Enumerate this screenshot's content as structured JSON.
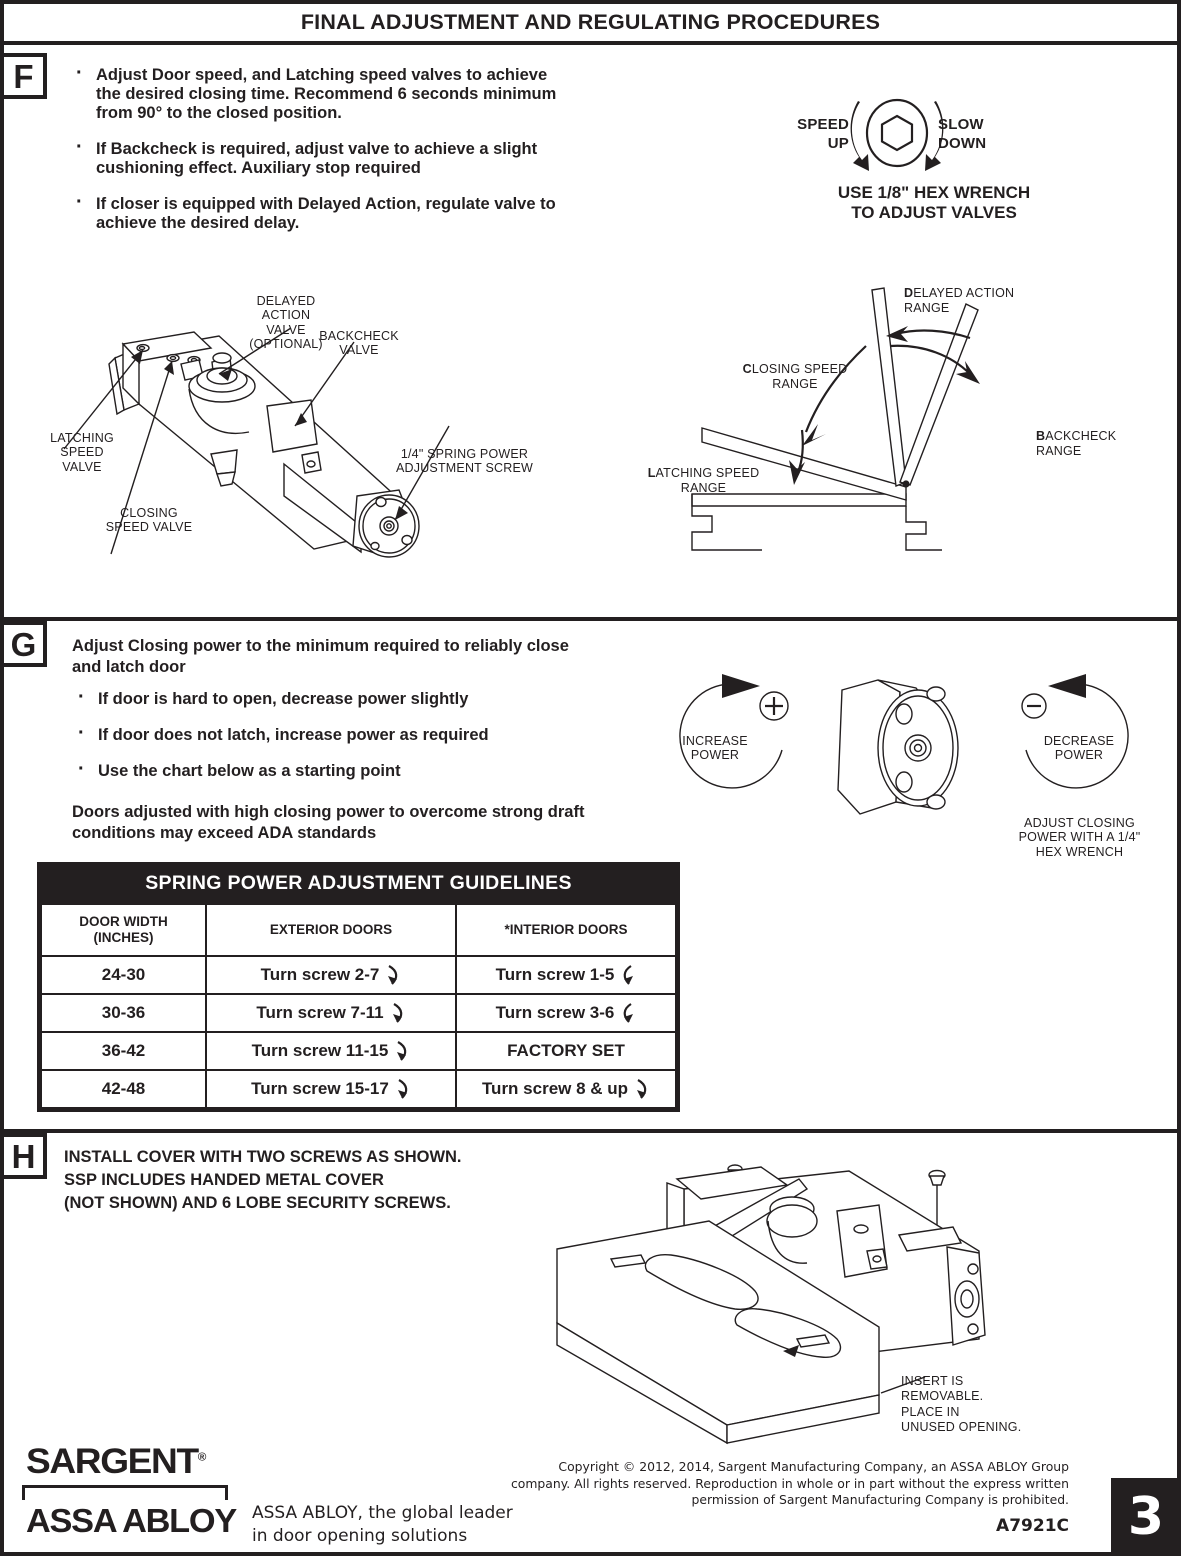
{
  "header": {
    "title": "FINAL ADJUSTMENT AND REGULATING PROCEDURES"
  },
  "sections": {
    "f": {
      "badge": "F",
      "bullets": [
        "Adjust Door speed, and Latching speed valves to achieve the desired closing time. Recommend 6 seconds minimum from 90° to the closed position.",
        "If Backcheck is required, adjust valve to achieve a slight cushioning effect. Auxiliary stop required",
        "If closer is equipped with Delayed Action, regulate valve to achieve the desired delay."
      ],
      "wrench": {
        "speed_up": "SPEED\nUP",
        "slow_down": "SLOW\nDOWN",
        "caption": "USE 1/8\" HEX WRENCH\nTO ADJUST VALVES"
      },
      "closer_labels": {
        "delayed_action_valve": "DELAYED\nACTION\nVALVE\n(OPTIONAL)",
        "backcheck_valve": "BACKCHECK\nVALVE",
        "latching_speed_valve": "LATCHING\nSPEED\nVALVE",
        "closing_speed_valve": "CLOSING\nSPEED VALVE",
        "spring_power_screw": "1/4\" SPRING POWER\nADJUSTMENT SCREW"
      },
      "range_labels": {
        "delayed_action_range_bold": "D",
        "delayed_action_range": "ELAYED ACTION\nRANGE",
        "closing_speed_range_bold": "C",
        "closing_speed_range": "LOSING SPEED\nRANGE",
        "backcheck_range_bold": "B",
        "backcheck_range": "ACKCHECK\nRANGE",
        "latching_speed_range_bold": "L",
        "latching_speed_range": "ATCHING SPEED\nRANGE"
      }
    },
    "g": {
      "badge": "G",
      "lead": "Adjust Closing power to the minimum required to reliably close and latch door",
      "bullets": [
        "If door is hard to open, decrease power slightly",
        "If door does not latch, increase power as required",
        "Use the chart below as a starting point"
      ],
      "note": "Doors adjusted with high closing power to overcome strong draft conditions may exceed ADA standards",
      "diagram": {
        "increase": "INCREASE\nPOWER",
        "decrease": "DECREASE\nPOWER",
        "plus": "+",
        "minus": "–",
        "caption": "ADJUST CLOSING\nPOWER WITH A 1/4\"\nHEX WRENCH"
      },
      "table": {
        "caption": "SPRING POWER ADJUSTMENT GUIDELINES",
        "headers": [
          "DOOR WIDTH\n(INCHES)",
          "EXTERIOR DOORS",
          "*INTERIOR DOORS"
        ],
        "rows": [
          {
            "width": "24-30",
            "exterior": "Turn screw 2-7",
            "exterior_arrow": "cw",
            "interior": "Turn screw 1-5",
            "interior_arrow": "ccw"
          },
          {
            "width": "30-36",
            "exterior": "Turn screw 7-11",
            "exterior_arrow": "cw",
            "interior": "Turn screw 3-6",
            "interior_arrow": "ccw"
          },
          {
            "width": "36-42",
            "exterior": "Turn screw 11-15",
            "exterior_arrow": "cw",
            "interior": "FACTORY SET",
            "interior_arrow": "none"
          },
          {
            "width": "42-48",
            "exterior": "Turn screw 15-17",
            "exterior_arrow": "cw",
            "interior": "Turn screw 8 & up",
            "interior_arrow": "cw"
          }
        ]
      }
    },
    "h": {
      "badge": "H",
      "text": "INSTALL COVER WITH TWO SCREWS AS SHOWN.\nSSP INCLUDES HANDED METAL COVER\n(NOT SHOWN) AND 6 LOBE SECURITY SCREWS.",
      "insert_note": "INSERT IS\nREMOVABLE.\nPLACE IN\nUNUSED OPENING."
    }
  },
  "footer": {
    "brand": "SARGENT",
    "registered": "®",
    "parent": "ASSA ABLOY",
    "tagline": "ASSA ABLOY, the global leader\nin door opening solutions",
    "copyright": "Copyright © 2012, 2014, Sargent Manufacturing Company, an ASSA ABLOY Group company. All rights reserved. Reproduction in whole or in part without the express written permission of Sargent Manufacturing Company is prohibited.",
    "part_number": "A7921C",
    "page_number": "3"
  },
  "colors": {
    "ink": "#231f20",
    "paper": "#ffffff"
  }
}
